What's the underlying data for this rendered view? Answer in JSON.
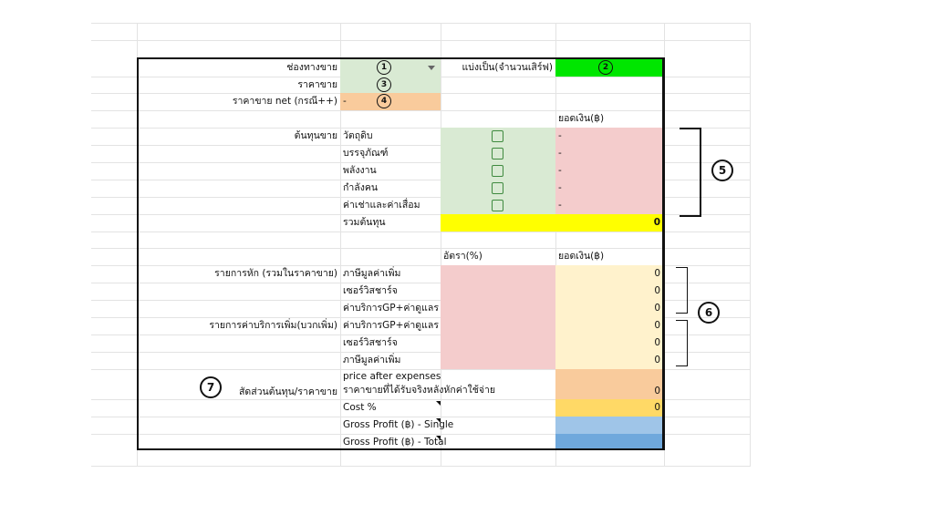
{
  "header": {
    "channel_label": "ช่องทางขาย",
    "split_label": "แบ่งเป็น(จำนวนเสิร์ฟ)",
    "price_label": "ราคาขาย",
    "net_price_label": "ราคาขาย net (กรณี++)",
    "net_price_value": "-"
  },
  "badges": {
    "b1": "1",
    "b2": "2",
    "b3": "3",
    "b4": "4",
    "b5": "5",
    "b6": "6",
    "b7": "7"
  },
  "cost": {
    "amount_header": "ยอดเงิน(฿)",
    "section_label": "ต้นทุนขาย",
    "items": [
      {
        "label": "วัตถุดิบ",
        "value": "-"
      },
      {
        "label": "บรรจุภัณฑ์",
        "value": "-"
      },
      {
        "label": "พลังงาน",
        "value": "-"
      },
      {
        "label": "กำลังคน",
        "value": "-"
      },
      {
        "label": "ค่าเช่าและค่าเสื่อม",
        "value": "-"
      }
    ],
    "total_label": "รวมต้นทุน",
    "total_value": "0"
  },
  "deductions": {
    "rate_header": "อัตรา(%)",
    "amount_header": "ยอดเงิน(฿)",
    "group1_label": "รายการหัก (รวมในราคาขาย)",
    "group1_items": [
      {
        "label": "ภาษีมูลค่าเพิ่ม",
        "value": "0"
      },
      {
        "label": "เซอร์วิสชาร์จ",
        "value": "0"
      },
      {
        "label": "ค่าบริการGP+ค่าดูแลร",
        "value": "0"
      }
    ],
    "group2_label": "รายการค่าบริการเพิ่ม(บวกเพิ่ม)",
    "group2_items": [
      {
        "label": "ค่าบริการGP+ค่าดูแลร",
        "value": "0"
      },
      {
        "label": "เซอร์วิสชาร์จ",
        "value": "0"
      },
      {
        "label": "ภาษีมูลค่าเพิ่ม",
        "value": "0"
      }
    ]
  },
  "summary": {
    "ratio_label": "สัดส่วนต้นทุน/ราคาขาย",
    "price_after_en": "price after expenses",
    "price_after_th": "ราคาขายที่ได้รับจริงหลังหักค่าใช้จ่าย",
    "price_after_value": "0",
    "cost_pct_label": "Cost %",
    "cost_pct_value": "0",
    "gp_single_label": "Gross Profit (฿) - Single",
    "gp_total_label": "Gross Profit (฿) - Total"
  },
  "colors": {
    "green_light": "#d9ead3",
    "green_bright": "#00e600",
    "orange_light": "#f9cb9c",
    "pink": "#f4cccc",
    "yellow": "#ffff00",
    "cream": "#fff2cc",
    "gold": "#ffd966",
    "blue_light": "#9fc5e8",
    "blue": "#6fa8dc"
  }
}
